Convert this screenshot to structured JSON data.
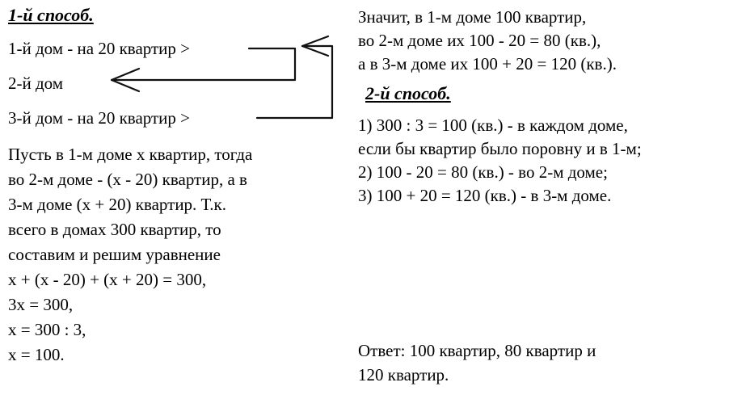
{
  "page": {
    "background": "#ffffff",
    "text_color": "#000000"
  },
  "method1": {
    "title": "1-й способ.",
    "scheme": {
      "house1": "1-й дом - на 20 квартир >",
      "house2": "2-й дом",
      "house3": "3-й дом - на 20 квартир >"
    },
    "paragraph": [
      "Пусть в 1-м доме x квартир, тогда",
      "во 2-м доме - (x - 20) квартир, а в",
      "3-м доме (x + 20) квартир. Т.к.",
      "всего в домах 300 квартир, то",
      "составим и решим уравнение",
      "x + (x - 20) + (x + 20) = 300,",
      "3x = 300,",
      "x = 300 : 3,",
      "x = 100."
    ]
  },
  "conclusion": [
    "Значит, в 1-м доме 100 квартир,",
    "во 2-м доме их 100 - 20 = 80 (кв.),",
    "а в 3-м доме их 100 + 20 = 120 (кв.)."
  ],
  "method2": {
    "title": "2-й способ.",
    "steps": [
      "1) 300 : 3 = 100 (кв.) - в каждом доме,",
      "если бы квартир было поровну и в 1-м;",
      "2) 100 - 20 = 80 (кв.) - во 2-м доме;",
      "3) 100 + 20 = 120 (кв.) - в 3-м доме."
    ]
  },
  "answer": [
    "Ответ: 100 квартир, 80 квартир и",
    "120 квартир."
  ]
}
